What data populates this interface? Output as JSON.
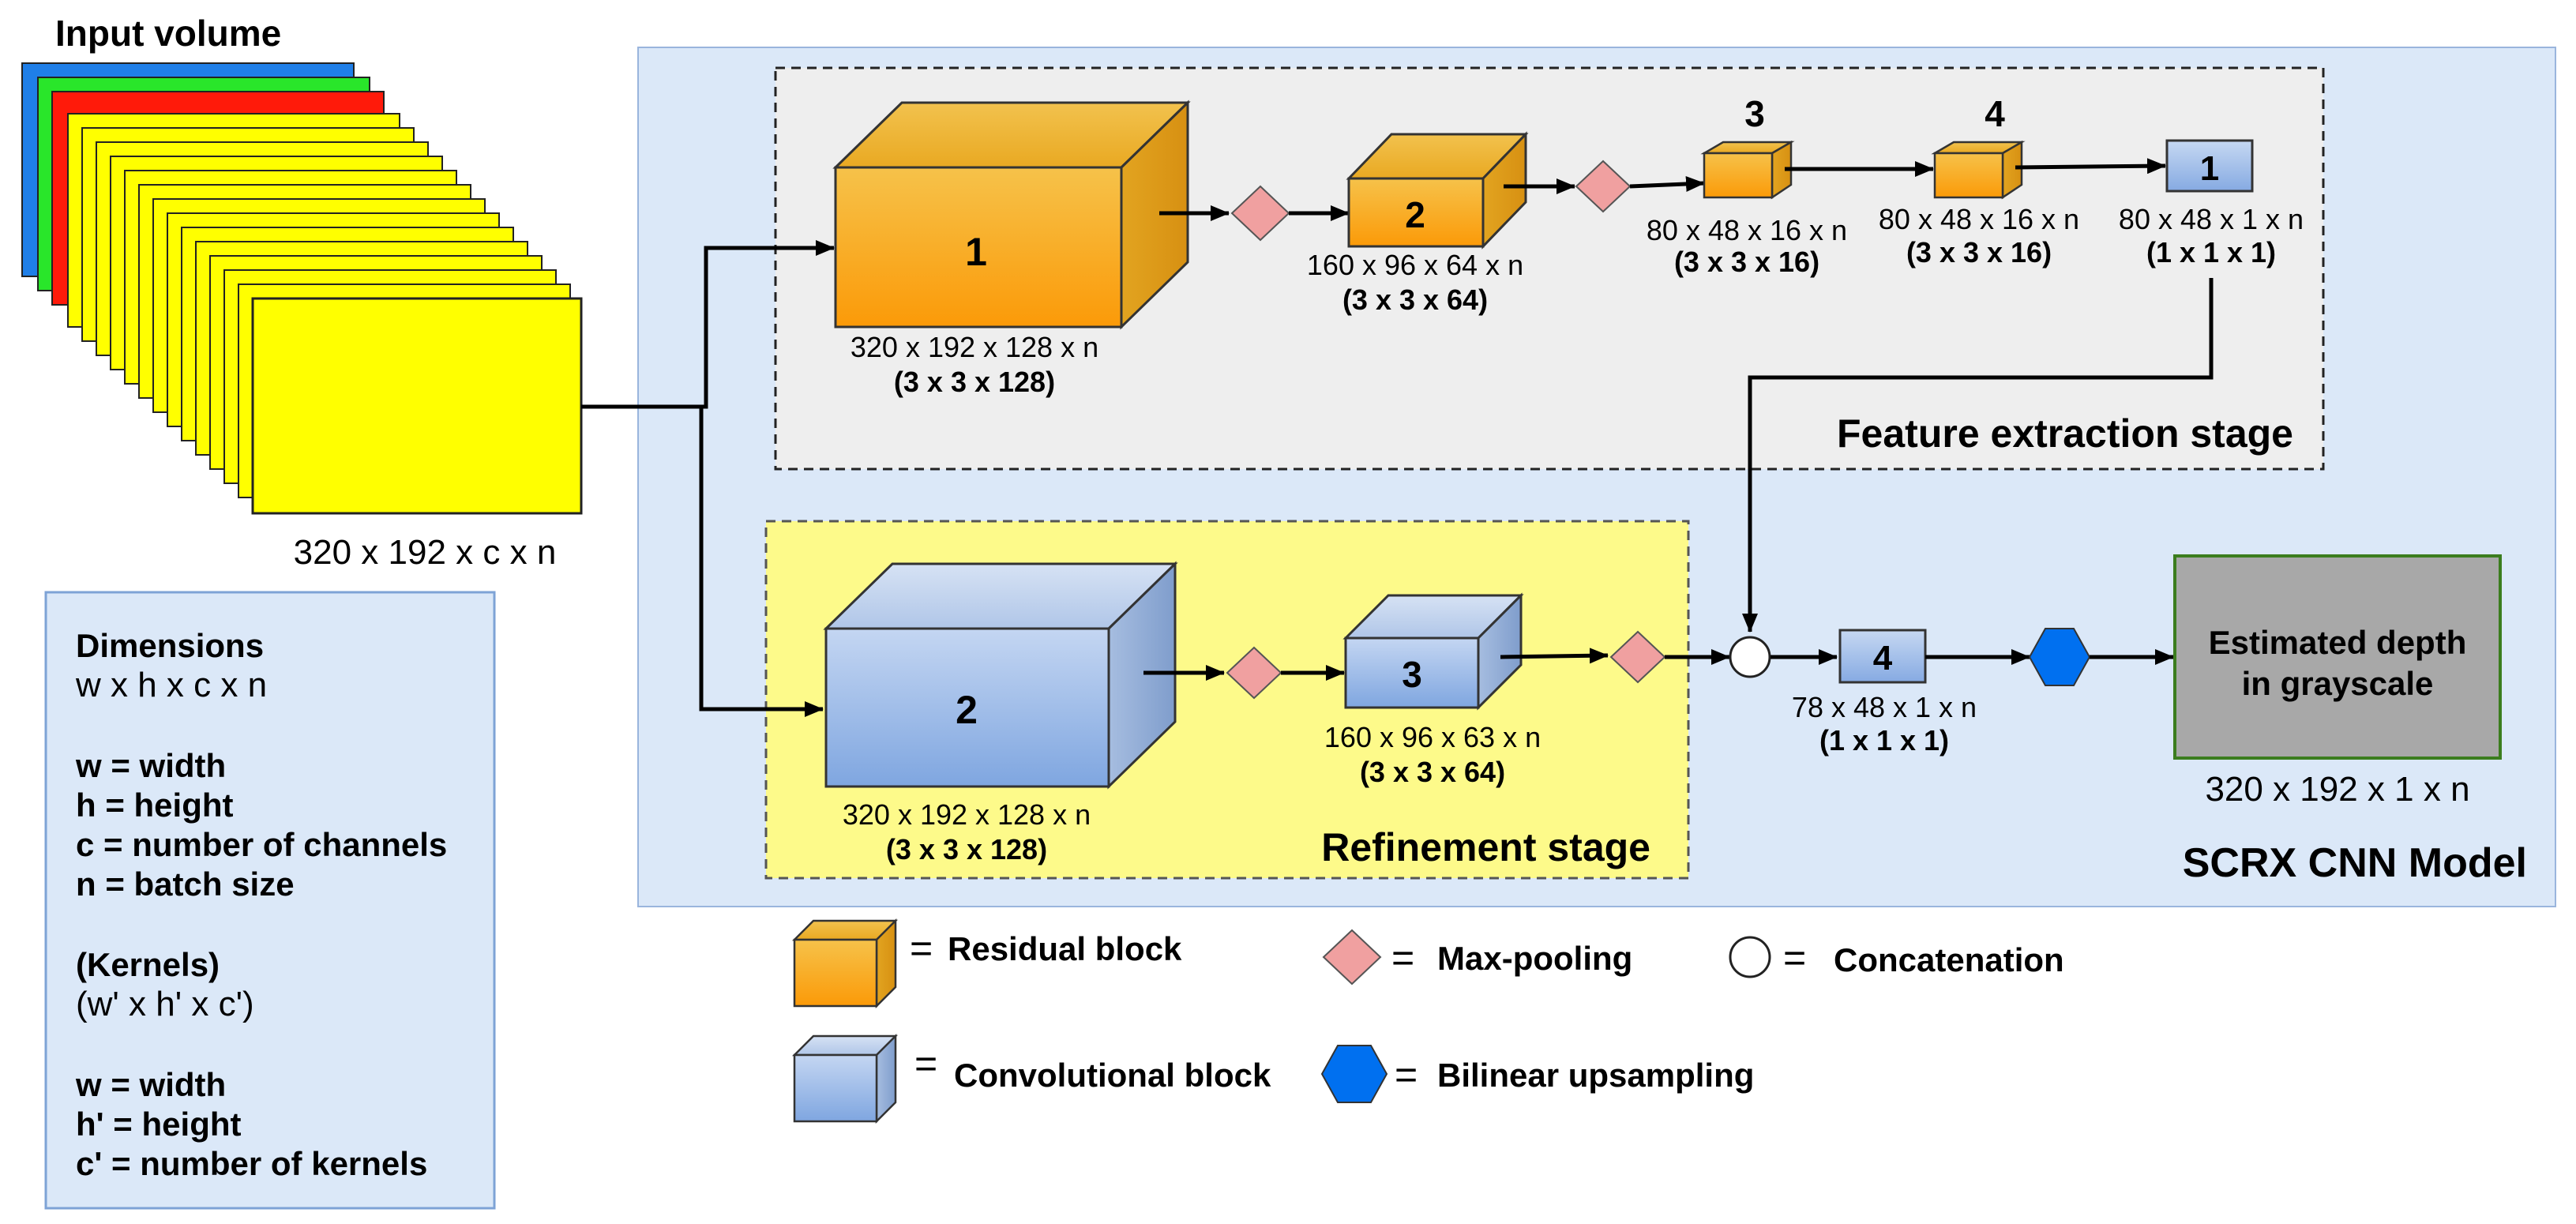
{
  "input": {
    "title": "Input volume",
    "dims": "320 x 192 x c x n"
  },
  "model": {
    "title": "SCRX CNN Model"
  },
  "feature_stage": {
    "title": "Feature extraction stage",
    "blocks": [
      {
        "id": "1",
        "dims": "320 x 192 x 128 x n",
        "kernel": "(3 x 3 x 128)"
      },
      {
        "id": "2",
        "dims": "160 x 96 x 64 x n",
        "kernel": "(3 x 3 x 64)"
      },
      {
        "id": "3",
        "dims": "80 x 48 x 16 x n",
        "kernel": "(3 x 3 x 16)"
      },
      {
        "id": "4",
        "dims": "80 x 48 x 16 x n",
        "kernel": "(3 x 3 x 16)"
      },
      {
        "id": "1",
        "dims": "80 x 48 x 1 x n",
        "kernel": "(1 x 1 x 1)"
      }
    ]
  },
  "refinement_stage": {
    "title": "Refinement stage",
    "blocks": [
      {
        "id": "2",
        "dims": "320 x 192 x 128 x n",
        "kernel": "(3 x 3 x 128)"
      },
      {
        "id": "3",
        "dims": "160 x 96 x 63 x n",
        "kernel": "(3 x 3 x 64)"
      }
    ]
  },
  "final_block": {
    "id": "4",
    "dims": "78 x 48 x 1 x n",
    "kernel": "(1 x 1 x 1)"
  },
  "output": {
    "line1": "Estimated depth",
    "line2": "in grayscale",
    "dims": "320 x 192 x 1 x n"
  },
  "legend": {
    "equals": "=",
    "residual": "Residual block",
    "conv": "Convolutional block",
    "maxpool": "Max-pooling",
    "concat": "Concatenation",
    "upsample": "Bilinear upsampling"
  },
  "dimensions_box": {
    "title": "Dimensions",
    "formula": "w x h x c x n",
    "defs": [
      "w = width",
      "h = height",
      "c = number of channels",
      "n = batch size"
    ],
    "kernels_title": "(Kernels)",
    "kernels_formula": "(w' x h' x c')",
    "kernel_defs": [
      "w = width",
      "h' = height",
      "c' = number of kernels"
    ]
  },
  "colors": {
    "model_bg": "#dbe8f8",
    "feature_bg": "#eeeeee",
    "refine_bg": "#fdfa8a",
    "residual_front": "#f9a517",
    "conv_front": "#9dbbe8",
    "maxpool": "#f0a0a0",
    "upsample": "#0070f0",
    "output_bg": "#a8a8a8"
  }
}
